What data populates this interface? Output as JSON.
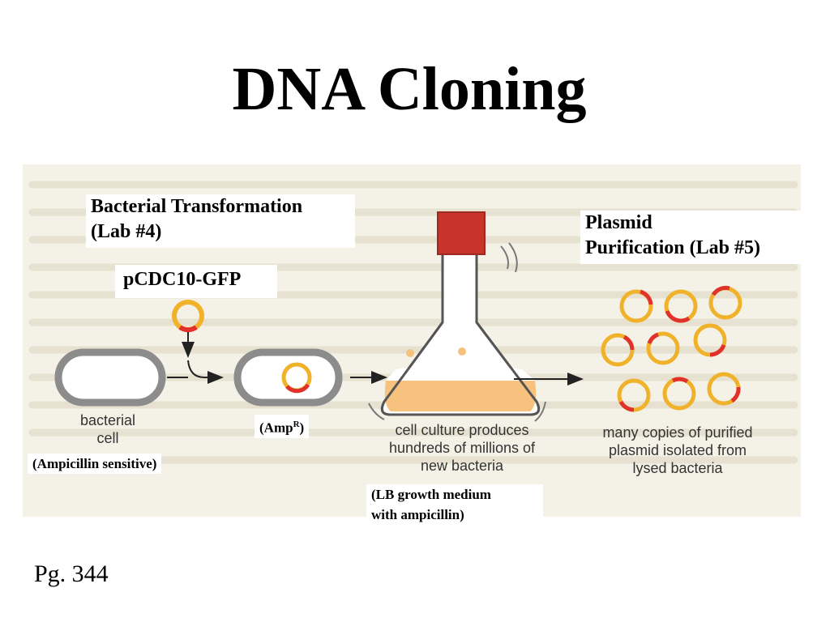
{
  "title": "DNA Cloning",
  "labels": {
    "transformation_line1": "Bacterial Transformation",
    "transformation_line2": "(Lab #4)",
    "plasmid_name": "pCDC10-GFP",
    "purification_line1": "Plasmid",
    "purification_line2": "Purification (Lab #5)",
    "amp_prefix": "(Amp",
    "amp_sup": "R",
    "amp_suffix": ")",
    "ampicillin_sensitive": "(Ampicillin sensitive)",
    "medium_line1": "(LB growth medium",
    "medium_line2": "with ampicillin)"
  },
  "captions": {
    "bacterial_cell_line1": "bacterial",
    "bacterial_cell_line2": "cell",
    "culture_line1": "cell culture produces",
    "culture_line2": "hundreds of millions of",
    "culture_line3": "new bacteria",
    "copies_line1": "many copies of purified",
    "copies_line2": "plasmid isolated from",
    "copies_line3": "lysed bacteria"
  },
  "page_ref": "Pg. 344",
  "colors": {
    "plasmid_ring": "#f0b22a",
    "resistance_gene": "#e0322a",
    "culture_medium": "#f6c27e",
    "flask_cap": "#c8342a",
    "cell_wall": "#8c8c8c",
    "figure_background": "#f4f1e6"
  }
}
